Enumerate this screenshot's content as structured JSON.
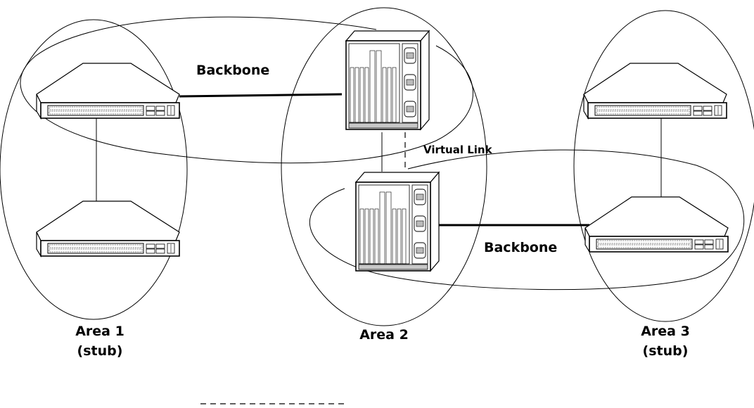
{
  "labels": {
    "backbone_top": "Backbone",
    "backbone_bottom": "Backbone",
    "virtual_link": "Virtual Link",
    "area1_name": "Area 1",
    "area1_type": "(stub)",
    "area2_name": "Area 2",
    "area3_name": "Area 3",
    "area3_type": "(stub)"
  },
  "devices": [
    {
      "id": "switch-area1-top",
      "type": "stackable-switch"
    },
    {
      "id": "switch-area1-bottom",
      "type": "stackable-switch"
    },
    {
      "id": "chassis-area2-top",
      "type": "chassis-router"
    },
    {
      "id": "chassis-area2-bottom",
      "type": "chassis-router"
    },
    {
      "id": "switch-area3-top",
      "type": "stackable-switch"
    },
    {
      "id": "switch-area3-bottom",
      "type": "stackable-switch"
    }
  ],
  "links": [
    {
      "from": "switch-area1-top",
      "to": "chassis-area2-top",
      "kind": "backbone"
    },
    {
      "from": "chassis-area2-bottom",
      "to": "switch-area3-bottom",
      "kind": "backbone"
    },
    {
      "from": "switch-area1-top",
      "to": "switch-area1-bottom",
      "kind": "stub"
    },
    {
      "from": "switch-area3-top",
      "to": "switch-area3-bottom",
      "kind": "stub"
    },
    {
      "from": "chassis-area2-top",
      "to": "chassis-area2-bottom",
      "kind": "physical"
    },
    {
      "from": "chassis-area2-top",
      "to": "chassis-area2-bottom",
      "kind": "virtual"
    }
  ]
}
